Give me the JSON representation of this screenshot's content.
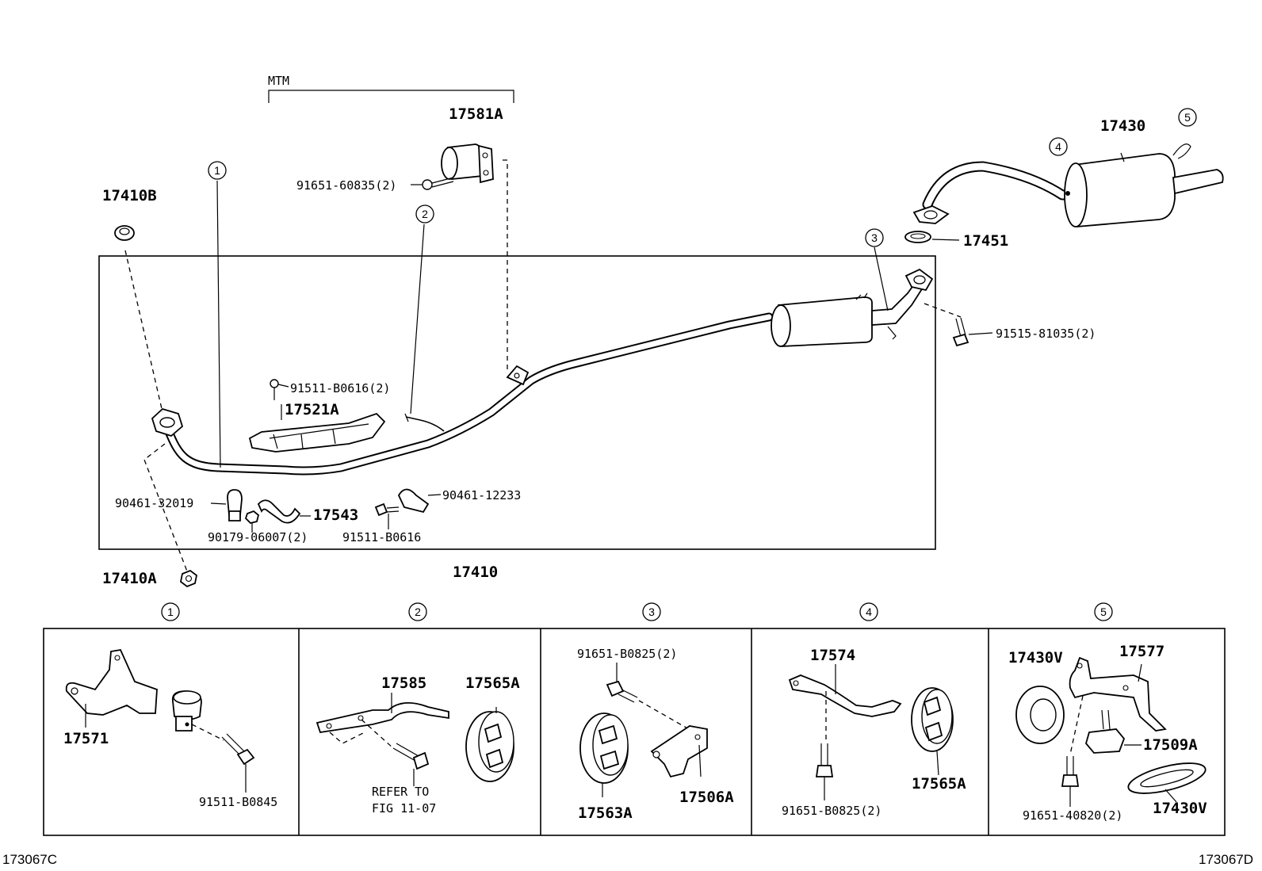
{
  "header": {
    "mtm": "MTM"
  },
  "callouts": [
    "1",
    "2",
    "3",
    "4",
    "5"
  ],
  "main": {
    "p17581A": "17581A",
    "p91651_60835": "91651-60835(2)",
    "p17410B": "17410B",
    "p17430": "17430",
    "p17451": "17451",
    "p91515_81035": "91515-81035(2)",
    "p91511_B0616_2": "91511-B0616(2)",
    "p17521A": "17521A",
    "p90461_32019": "90461-32019",
    "p17543": "17543",
    "p90461_12233": "90461-12233",
    "p90179_06007": "90179-06007(2)",
    "p91511_B0616": "91511-B0616",
    "p17410": "17410",
    "p17410A": "17410A"
  },
  "details": {
    "d1": {
      "p17571": "17571",
      "p91511_B0845": "91511-B0845"
    },
    "d2": {
      "p17585": "17585",
      "p17565A": "17565A",
      "refer_1": "REFER TO",
      "refer_2": "FIG 11-07"
    },
    "d3": {
      "p91651_B0825": "91651-B0825(2)",
      "p17563A": "17563A",
      "p17506A": "17506A"
    },
    "d4": {
      "p17574": "17574",
      "p91651_B0825": "91651-B0825(2)",
      "p17565A": "17565A"
    },
    "d5": {
      "p17430V_top": "17430V",
      "p17577": "17577",
      "p17509A": "17509A",
      "p91651_40820": "91651-40820(2)",
      "p17430V_bottom": "17430V"
    }
  },
  "footer": {
    "code_left": "173067C",
    "code_right": "173067D"
  }
}
